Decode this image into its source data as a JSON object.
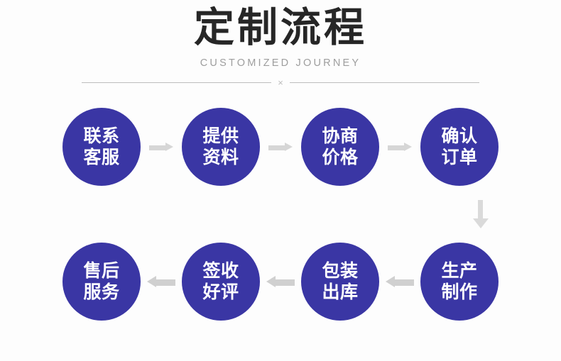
{
  "page": {
    "background_color": "#fdfdfd"
  },
  "header": {
    "title": "定制流程",
    "subtitle": "CUSTOMIZED JOURNEY",
    "divider_mark": "×",
    "title_color": "#262626",
    "subtitle_color": "#9e9e9e",
    "divider_color": "#bdbdbd"
  },
  "flow": {
    "circle_color": "#3a36a4",
    "text_color": "#ffffff",
    "arrow_color": "#d6d6d6",
    "rows": [
      {
        "direction": "left-to-right",
        "steps": [
          {
            "line1": "联系",
            "line2": "客服"
          },
          {
            "line1": "提供",
            "line2": "资料"
          },
          {
            "line1": "协商",
            "line2": "价格"
          },
          {
            "line1": "确认",
            "line2": "订单"
          }
        ],
        "arrows": [
          "→",
          "→",
          "→"
        ]
      },
      {
        "direction": "right-to-left",
        "steps": [
          {
            "line1": "售后",
            "line2": "服务"
          },
          {
            "line1": "签收",
            "line2": "好评"
          },
          {
            "line1": "包装",
            "line2": "出库"
          },
          {
            "line1": "生产",
            "line2": "制作"
          }
        ],
        "arrows": [
          "←",
          "←",
          "←"
        ]
      }
    ],
    "connector_arrow": "↓"
  }
}
